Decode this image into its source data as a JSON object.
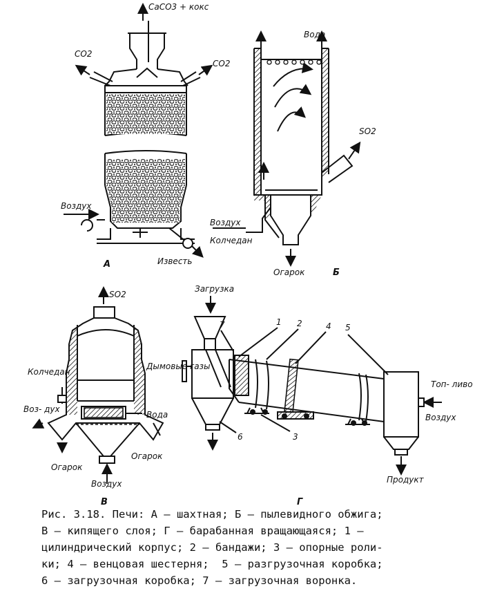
{
  "figure": {
    "furnace_a": {
      "letter": "А",
      "caco3_coke": "CaCO3 + кокс",
      "co2_left": "CO2",
      "co2_right": "CO2",
      "air": "Воздух",
      "lime": "Известь"
    },
    "furnace_b": {
      "letter": "Б",
      "water": "Вода",
      "so2": "SO2",
      "air": "Воздух",
      "pyrite": "Колчедан",
      "cinder": "Огарок"
    },
    "furnace_v": {
      "letter": "В",
      "so2": "SO2",
      "pyrite": "Колчедан",
      "air_left": "Воз- дух",
      "water": "Вода",
      "cinder_left": "Огарок",
      "cinder_right": "Огарок",
      "air_bottom": "Воздух"
    },
    "furnace_g": {
      "letter": "Г",
      "loading": "Загрузка",
      "flue_gases": "Дымовые газы",
      "fuel": "Топ- ливо",
      "air": "Воздух",
      "product": "Продукт",
      "num_1": "1",
      "num_2": "2",
      "num_3": "3",
      "num_4": "4",
      "num_5": "5",
      "num_6": "6",
      "num_7": "7"
    }
  },
  "caption": {
    "line_1": "Рис. 3.18. Печи: А – шахтная; Б – пылевидного обжига;",
    "line_2": "В – кипящего слоя; Г – барабанная вращающаяся; 1 –",
    "line_3": "цилиндрический корпус; 2 – бандажи; 3 – опорные роли-",
    "line_4": "ки; 4 – венцовая шестерня;  5 – разгрузочная коробка;",
    "line_5": "6 – загрузочная коробка; 7 – загрузочная воронка."
  }
}
